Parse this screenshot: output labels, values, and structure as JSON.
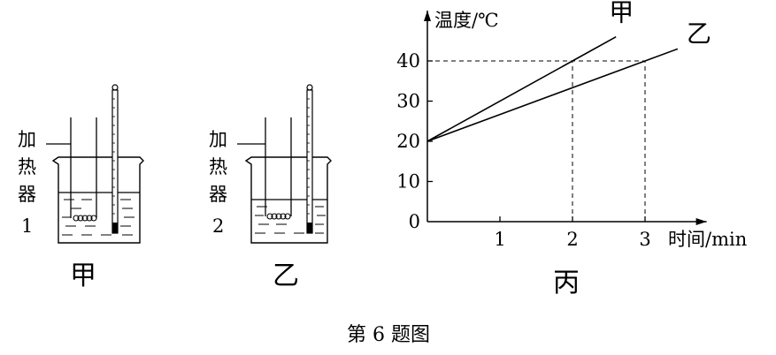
{
  "figure": {
    "caption": "第 6 题图",
    "labels": {
      "beaker_a": "甲",
      "beaker_b": "乙",
      "graph": "丙"
    },
    "heaters": {
      "heater_1": [
        "加",
        "热",
        "器",
        "1"
      ],
      "heater_2": [
        "加",
        "热",
        "器",
        "2"
      ]
    }
  },
  "chart_data": {
    "type": "line",
    "title": "",
    "ylabel": "温度/℃",
    "xlabel": "时间/min",
    "origin_label": "0",
    "x_ticks": [
      "1",
      "2",
      "3"
    ],
    "y_ticks": [
      "10",
      "20",
      "30",
      "40"
    ],
    "xlim": [
      0,
      3.8
    ],
    "ylim": [
      0,
      50
    ],
    "series": [
      {
        "name": "甲",
        "x": [
          0,
          2,
          2.6
        ],
        "y": [
          20,
          40,
          46
        ]
      },
      {
        "name": "乙",
        "x": [
          0,
          3,
          3.45
        ],
        "y": [
          20,
          40,
          43
        ]
      }
    ],
    "reference_lines": [
      {
        "type": "horizontal",
        "y": 40,
        "x_from": 0,
        "x_to": 3
      },
      {
        "type": "vertical",
        "x": 2,
        "y_from": 0,
        "y_to": 40
      },
      {
        "type": "vertical",
        "x": 3,
        "y_from": 0,
        "y_to": 40
      }
    ]
  }
}
